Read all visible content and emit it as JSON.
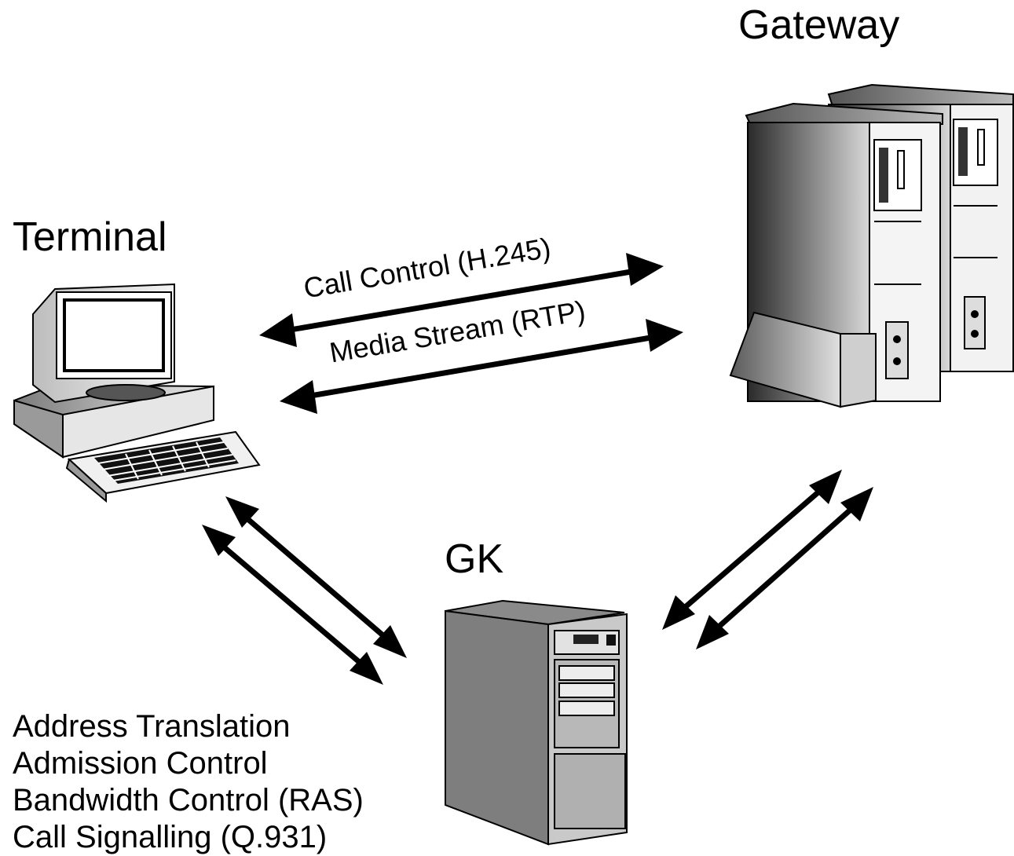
{
  "nodes": {
    "gateway": {
      "label": "Gateway",
      "icon": "server-tower-icon"
    },
    "terminal": {
      "label": "Terminal",
      "icon": "desktop-computer-icon"
    },
    "gk": {
      "label": "GK",
      "icon": "server-tower-icon"
    }
  },
  "links": {
    "call_control": "Call Control (H.245)",
    "media_stream": "Media Stream (RTP)"
  },
  "gk_functions": [
    "Address Translation",
    "Admission Control",
    "Bandwidth Control (RAS)",
    "Call Signalling (Q.931)"
  ]
}
